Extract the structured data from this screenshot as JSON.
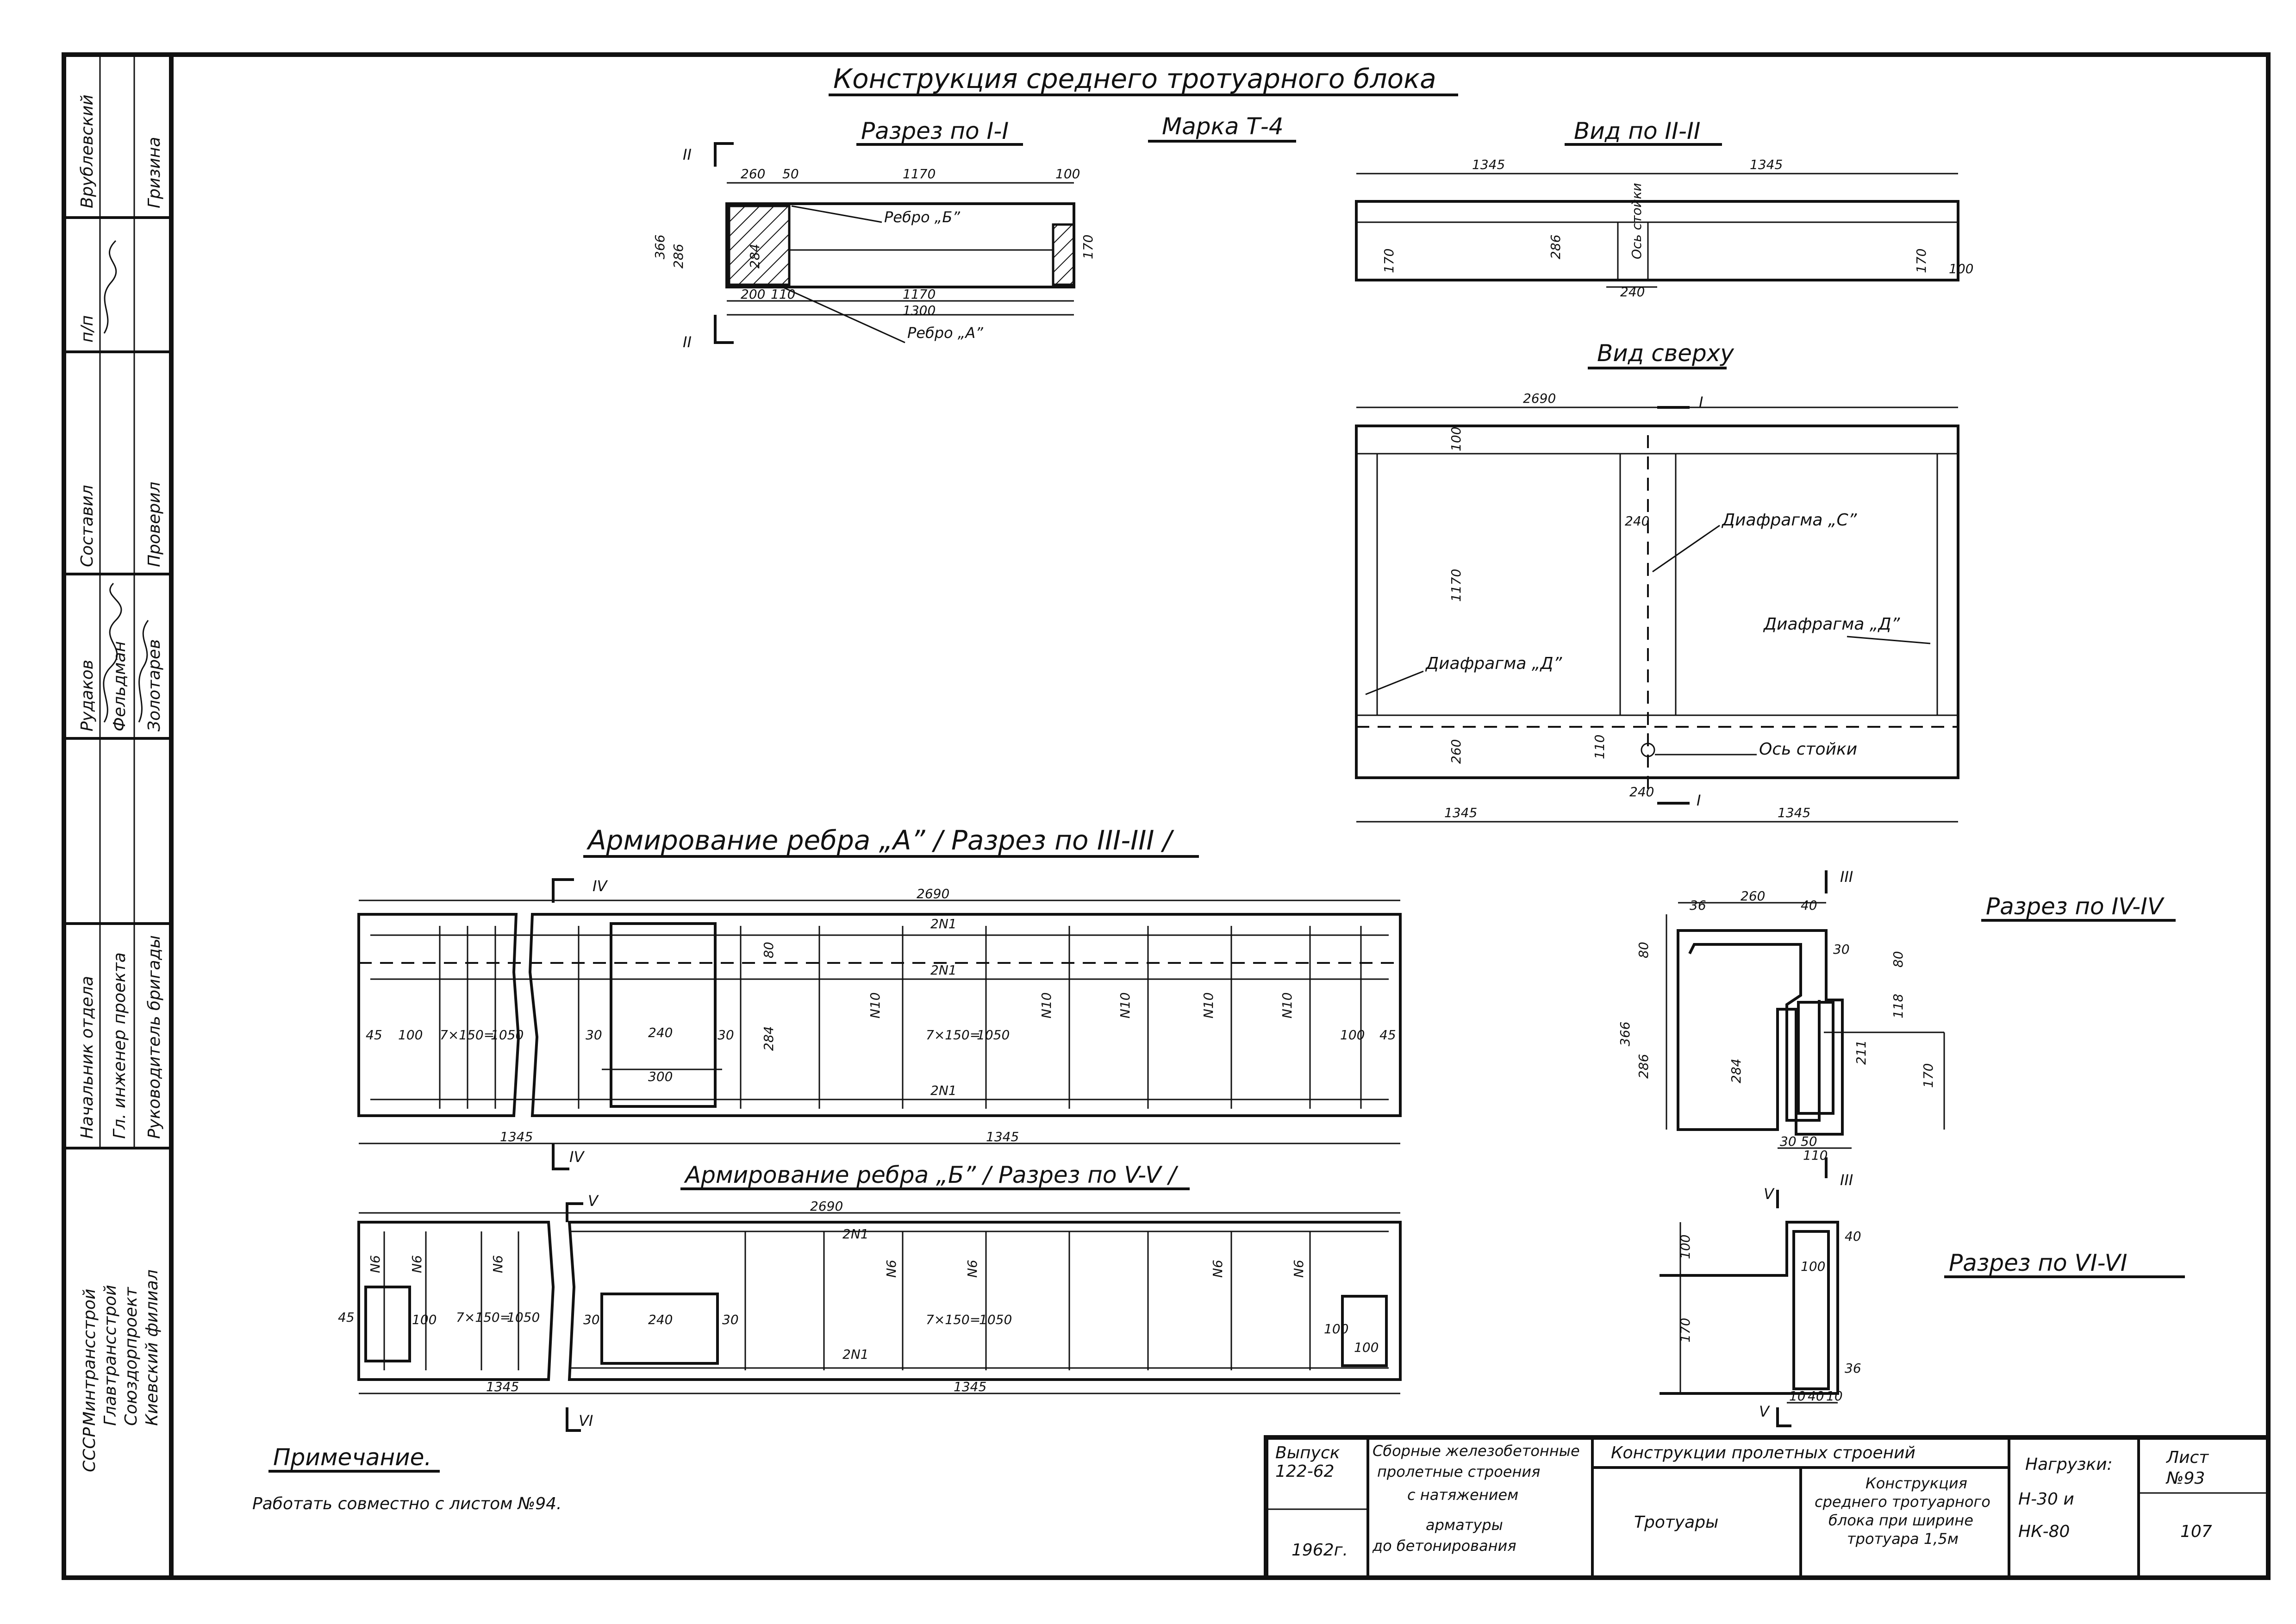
{
  "drawing": {
    "main_title": "Конструкция среднего тротуарного блока",
    "section_1_1": "Разрез по I-I",
    "mark": "Марка Т-4",
    "view_2_2": "Вид по II-II",
    "view_top": "Вид сверху",
    "rib_a_title": "Армирование ребра „А” / Разрез по III-III /",
    "rib_b_title": "Армирование ребра „Б” / Разрез по V-V /",
    "section_4_4": "Разрез по IV-IV",
    "section_6_6": "Разрез по VI-VI",
    "note_title": "Примечание.",
    "note_text": "Работать совместно с листом №94."
  },
  "labels": {
    "rebro_b": "Ребро „Б”",
    "rebro_a": "Ребро „А”",
    "diaphragm_c": "Диафрагма „С”",
    "diaphragm_d1": "Диафрагма „Д”",
    "diaphragm_d2": "Диафрагма „Д”",
    "os_stoiki": "Ось стойки",
    "os_stoiki_v": "Ось стойки",
    "mark_I": "I",
    "mark_II": "II",
    "mark_III": "III",
    "mark_IV": "IV",
    "mark_V": "V",
    "mark_VI": "VI"
  },
  "dims": {
    "d1345": "1345",
    "d2690": "2690",
    "d1170": "1170",
    "d1300": "1300",
    "d260": "260",
    "d50": "50",
    "d100": "100",
    "d366": "366",
    "d286": "286",
    "d284": "284",
    "d80": "80",
    "d170": "170",
    "d200": "200",
    "d110": "110",
    "d240": "240",
    "d30": "30",
    "d300": "300",
    "d45": "45",
    "d118": "118",
    "d211": "211",
    "d36": "36",
    "d10": "10",
    "d40": "40",
    "d7x150": "7×150=",
    "d1050": "1050",
    "n2n1": "2N1",
    "n10": "N10",
    "n6": "N6"
  },
  "side_stamp": {
    "org": [
      "СССР",
      "Минтрансстрой",
      "Главтрансстрой",
      "Союздорпроект",
      "Киевский филиал"
    ],
    "roles": [
      "Начальник отдела",
      "Гл. инженер проекта",
      "Руководитель бригады"
    ],
    "names": [
      "Рудаков",
      "Фельдман",
      "Золотарев",
      "Составил",
      "Проверил",
      "Врублевский",
      "Гризина"
    ],
    "sign": "п/п"
  },
  "title_block": {
    "issue_label": "Выпуск",
    "issue_no": "122-62",
    "year": "1962г.",
    "desc": [
      "Сборные железобетонные",
      "пролетные строения",
      "с натяжением",
      "арматуры",
      "до бетонирования"
    ],
    "section": "Конструкции пролетных строений",
    "subject": "Тротуары",
    "content": [
      "Конструкция",
      "среднего тротуарного",
      "блока при ширине",
      "тротуара 1,5м"
    ],
    "loads_label": "Нагрузки:",
    "loads": [
      "Н-30 и",
      "НК-80"
    ],
    "sheet_label": "Лист",
    "sheet_no": "№93",
    "page_no": "107"
  }
}
